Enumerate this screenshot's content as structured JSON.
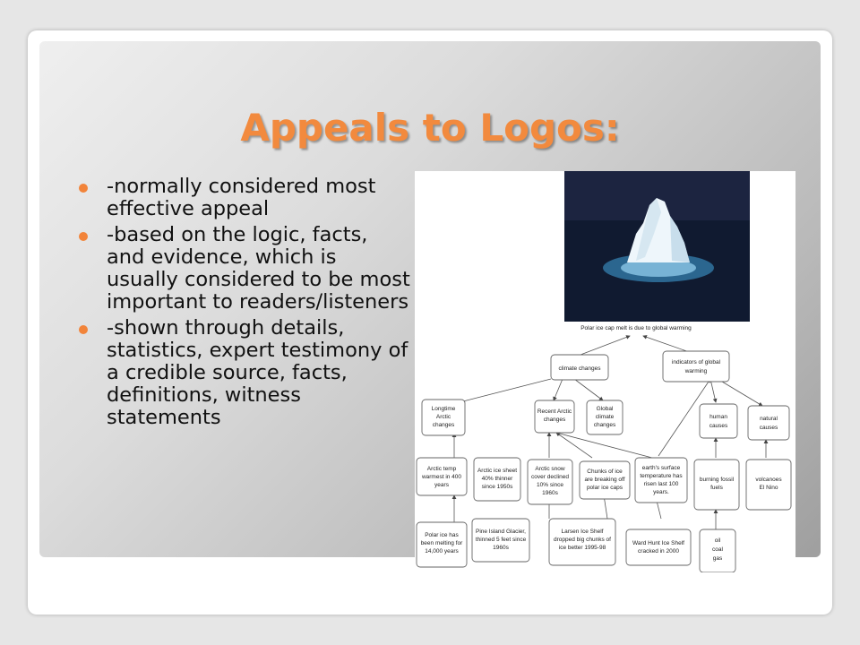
{
  "slide": {
    "title": "Appeals to Logos:",
    "bullets": [
      "-normally considered most effective appeal",
      "-based on the logic, facts, and evidence, which is usually considered to be most important to readers/listeners",
      "-shown through details, statistics, expert testimony of a credible source, facts, definitions, witness statements"
    ]
  },
  "diagram": {
    "root": "Polar ice cap melt is due to global warming",
    "nodes": {
      "climate_changes": "climate changes",
      "indicators": [
        "indicators of global",
        "warming"
      ],
      "longtime": [
        "Longtime",
        "Arctic",
        "changes"
      ],
      "recent": [
        "Recent Arctic",
        "changes"
      ],
      "global": [
        "Global",
        "climate",
        "changes"
      ],
      "human": [
        "human",
        "causes"
      ],
      "natural": [
        "natural",
        "causes"
      ],
      "arctic_temp": [
        "Arctic temp",
        "warmest in 400",
        "years"
      ],
      "arctic_sheet": [
        "Arctic ice sheet",
        "40% thinner",
        "since 1950s"
      ],
      "arctic_snow": [
        "Arctic snow",
        "cover declined",
        "10% since",
        "1960s"
      ],
      "chunks": [
        "Chunks of ice",
        "are breaking off",
        "polar ice caps"
      ],
      "earth_surface": [
        "earth's surface",
        "temperature has",
        "risen last 100",
        "years."
      ],
      "burning": [
        "burning fossil",
        "fuels"
      ],
      "volcanoes": [
        "volcanoes",
        "El Nino"
      ],
      "polar_melting": [
        "Polar ice has",
        "been melting for",
        "14,000 years"
      ],
      "pine_island": [
        "Pine Island Glacier,",
        "thinned 5 feet since",
        "1960s"
      ],
      "larsen": [
        "Larsen Ice Shelf",
        "dropped big chunks of",
        "ice better 1995-98"
      ],
      "ward_hunt": [
        "Ward Hunt Ice Shelf",
        "cracked in 2000"
      ],
      "oil_coal_gas": [
        "oil",
        "coal",
        "gas"
      ]
    }
  },
  "colors": {
    "title": "#f28a3e",
    "bullet": "#f2843a"
  }
}
